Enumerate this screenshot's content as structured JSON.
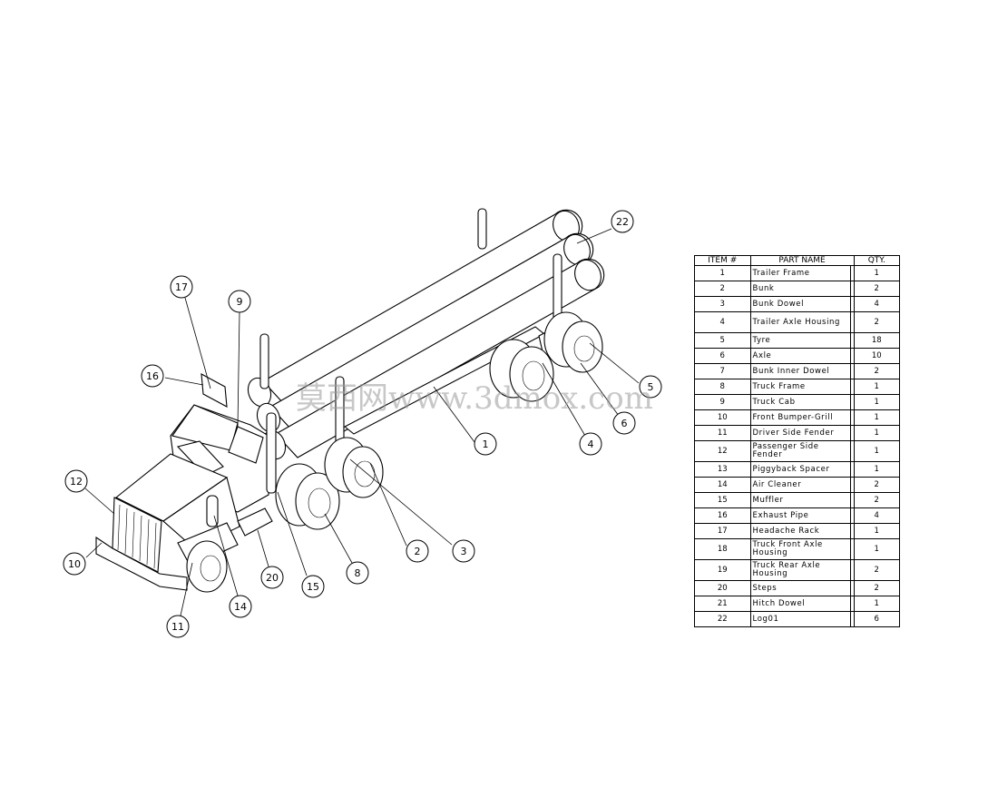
{
  "watermark": "莫西网www.3dmox.com",
  "bom": {
    "headers": {
      "item": "ITEM #",
      "part_name": "PART NAME",
      "qty": "QTY."
    },
    "rows": [
      {
        "item": "1",
        "name": "Trailer Frame",
        "qty": "1"
      },
      {
        "item": "2",
        "name": "Bunk",
        "qty": "2"
      },
      {
        "item": "3",
        "name": "Bunk Dowel",
        "qty": "4"
      },
      {
        "item": "4",
        "name": "Trailer Axle Housing",
        "qty": "2"
      },
      {
        "item": "5",
        "name": "Tyre",
        "qty": "18"
      },
      {
        "item": "6",
        "name": "Axle",
        "qty": "10"
      },
      {
        "item": "7",
        "name": "Bunk Inner Dowel",
        "qty": "2"
      },
      {
        "item": "8",
        "name": "Truck Frame",
        "qty": "1"
      },
      {
        "item": "9",
        "name": "Truck Cab",
        "qty": "1"
      },
      {
        "item": "10",
        "name": "Front Bumper-Grill",
        "qty": "1"
      },
      {
        "item": "11",
        "name": "Driver Side Fender",
        "qty": "1"
      },
      {
        "item": "12",
        "name": "Passenger Side Fender",
        "qty": "1"
      },
      {
        "item": "13",
        "name": "Piggyback Spacer",
        "qty": "1"
      },
      {
        "item": "14",
        "name": "Air Cleaner",
        "qty": "2"
      },
      {
        "item": "15",
        "name": "Muffler",
        "qty": "2"
      },
      {
        "item": "16",
        "name": "Exhaust Pipe",
        "qty": "4"
      },
      {
        "item": "17",
        "name": "Headache Rack",
        "qty": "1"
      },
      {
        "item": "18",
        "name": "Truck Front Axle Housing",
        "qty": "1"
      },
      {
        "item": "19",
        "name": "Truck Rear Axle Housing",
        "qty": "2"
      },
      {
        "item": "20",
        "name": "Steps",
        "qty": "2"
      },
      {
        "item": "21",
        "name": "Hitch Dowel",
        "qty": "1"
      },
      {
        "item": "22",
        "name": "Log01",
        "qty": "6"
      }
    ]
  },
  "balloons": [
    "1",
    "2",
    "3",
    "4",
    "5",
    "6",
    "8",
    "9",
    "10",
    "11",
    "12",
    "14",
    "15",
    "16",
    "17",
    "20",
    "22"
  ]
}
